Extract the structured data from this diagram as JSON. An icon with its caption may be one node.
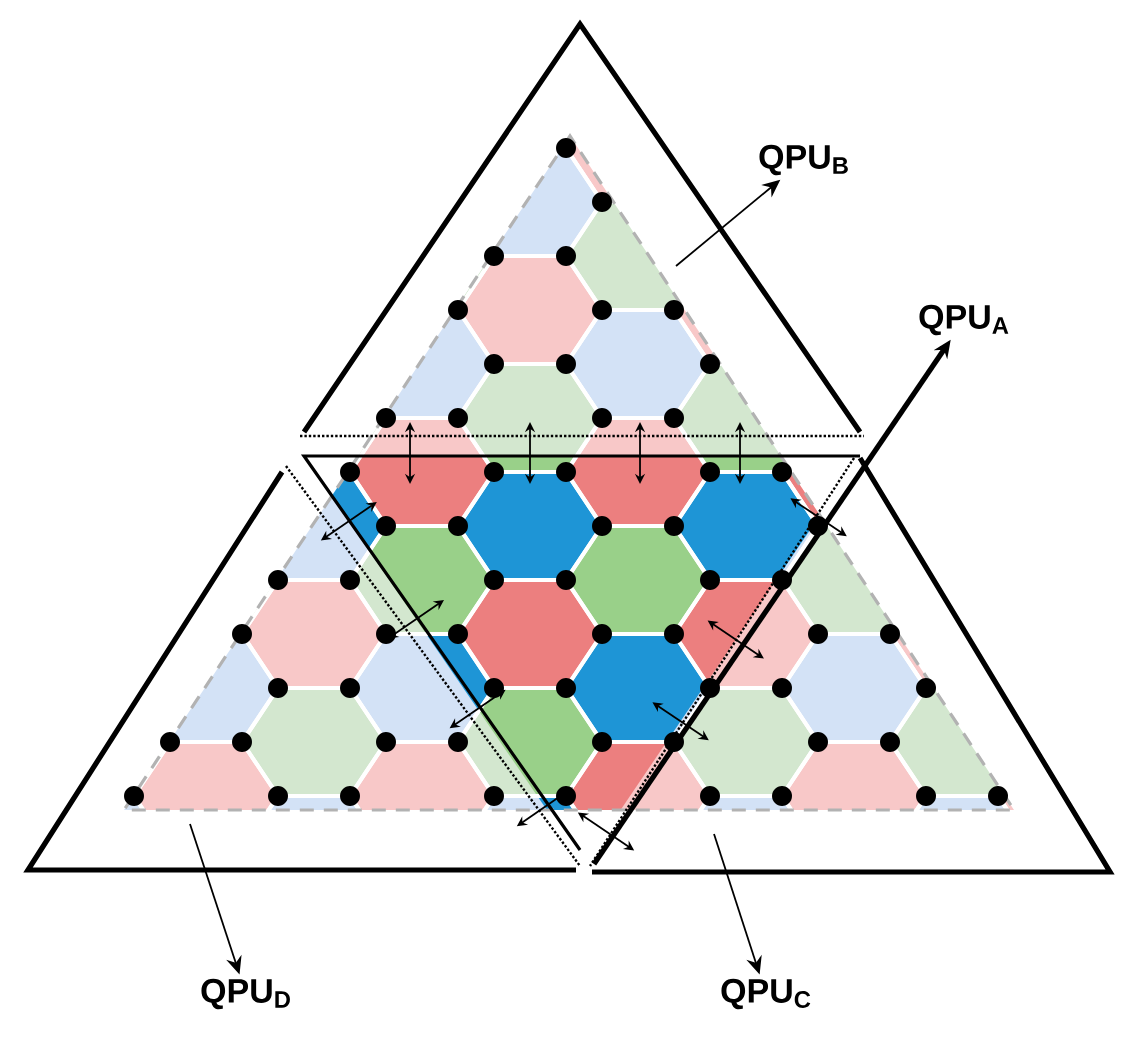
{
  "diagram": {
    "nodes": [
      {
        "text": [
          "QPU$_{B}$"
        ]
      },
      {
        "text": [
          "QPU$_{A}$"
        ]
      },
      {
        "text": [
          "QPU$_{D}$"
        ]
      },
      {
        "text": [
          "QPU$_{C}$"
        ]
      }
    ],
    "edges": [
      {
        "from": null,
        "to": 0,
        "arrow": "to"
      },
      {
        "from": null,
        "to": 1,
        "arrow": "to",
        "style": "thick"
      },
      {
        "from": null,
        "to": 2,
        "arrow": "to"
      },
      {
        "from": null,
        "to": 3,
        "arrow": "to"
      }
    ]
  }
}
